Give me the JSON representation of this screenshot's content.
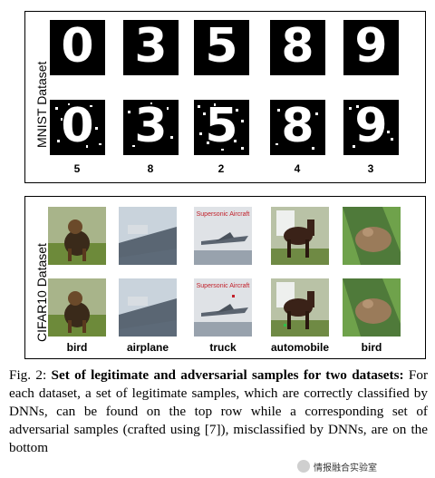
{
  "mnist": {
    "side_label": "MNIST Dataset",
    "labels": [
      "5",
      "8",
      "2",
      "4",
      "3"
    ],
    "legit_digits": [
      "0",
      "3",
      "5",
      "8",
      "9"
    ],
    "adv_digits": [
      "0",
      "3",
      "5",
      "8",
      "9"
    ]
  },
  "cifar": {
    "side_label": "CIFAR10 Dataset",
    "labels": [
      "bird",
      "airplane",
      "truck",
      "automobile",
      "bird"
    ],
    "images": [
      {
        "icon": "dog-image"
      },
      {
        "icon": "ship-image"
      },
      {
        "icon": "airplane-image",
        "poster_text": "Supersonic Aircraft"
      },
      {
        "icon": "horse-image"
      },
      {
        "icon": "frog-image"
      }
    ]
  },
  "caption": {
    "prefix": "Fig. 2: ",
    "bold": "Set of legitimate and adversarial samples for two datasets:",
    "body": " For each dataset, a set of legitimate samples, which are correctly classified by DNNs, can be found on the top row while a corresponding set of adversarial samples (crafted using [7]), misclassified by DNNs, are on the bottom"
  },
  "watermark": {
    "text": "情报融合实验室"
  },
  "colors": {
    "tile_black": "#000000",
    "digit_white": "#ffffff",
    "frame": "#000000"
  }
}
